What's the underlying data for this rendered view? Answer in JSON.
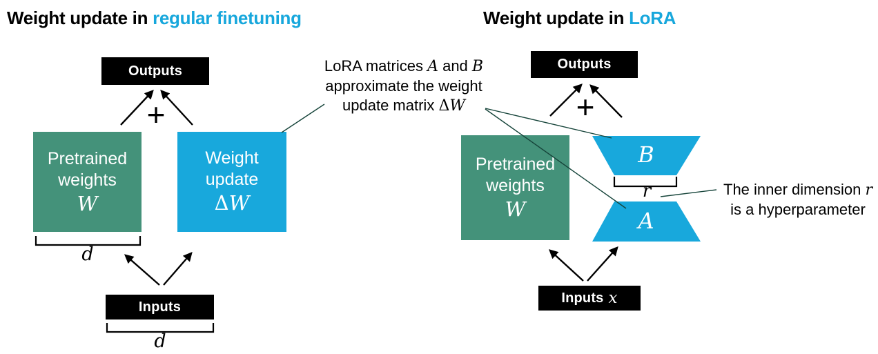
{
  "colors": {
    "ink": "#000000",
    "accent": "#17A7DC",
    "green": "#44927A",
    "cyan": "#18A8DC",
    "note_line": "#16443A"
  },
  "left": {
    "title_prefix": "Weight update in ",
    "title_accent": "regular finetuning",
    "outputs_label": "Outputs",
    "plus": "+",
    "pretrained_line1": "Pretrained",
    "pretrained_line2": "weights",
    "pretrained_symbol": "W",
    "update_line1": "Weight",
    "update_line2": "update",
    "update_delta": "Δ",
    "update_symbol": "W",
    "weights_dim": "d",
    "inputs_label": "Inputs",
    "inputs_dim": "d"
  },
  "right": {
    "title_prefix": "Weight update in ",
    "title_accent": "LoRA",
    "outputs_label": "Outputs",
    "plus": "+",
    "pretrained_line1": "Pretrained",
    "pretrained_line2": "weights",
    "pretrained_symbol": "W",
    "matrix_b_label": "B",
    "matrix_a_label": "A",
    "rank_label": "r",
    "inputs_prefix": "Inputs",
    "inputs_symbol": "x"
  },
  "center_note": {
    "line1_prefix": "LoRA matrices ",
    "line1_sym_a": "A",
    "line1_mid": " and ",
    "line1_sym_b": "B",
    "line2": "approximate the weight",
    "line3_prefix": "update matrix ",
    "line3_delta": "Δ",
    "line3_sym": "W"
  },
  "right_note": {
    "line1_prefix": "The inner dimension ",
    "line1_sym": "r",
    "line2": "is a hyperparameter"
  }
}
